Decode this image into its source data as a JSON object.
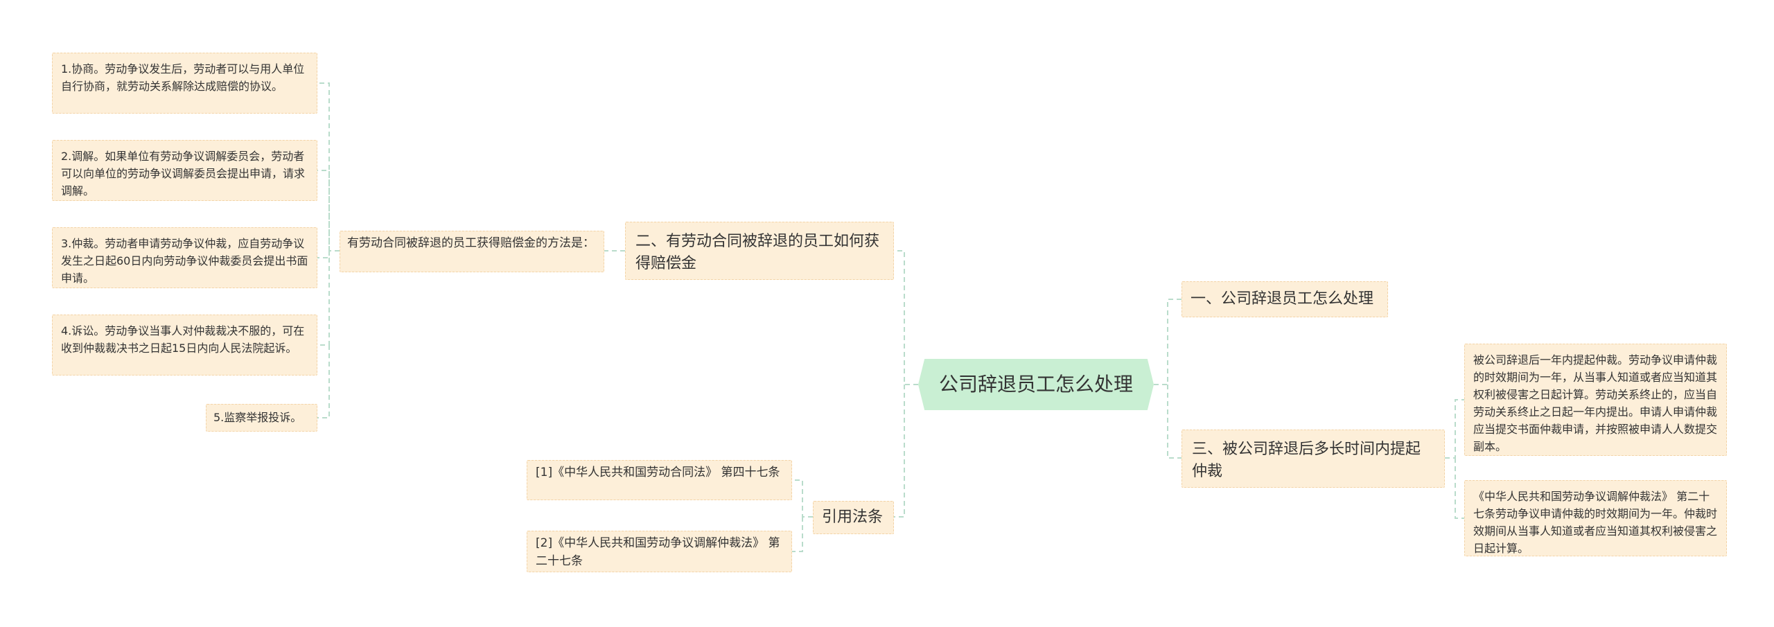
{
  "colors": {
    "leaf_fill": "#fdefd9",
    "leaf_border": "#f3d3a6",
    "root_fill": "#c9efd3",
    "link_line": "#b9dccb",
    "text": "#333333"
  },
  "root": {
    "label": "公司辞退员工怎么处理"
  },
  "branches": {
    "b1": "一、公司辞退员工怎么处理",
    "b2": "二、有劳动合同被辞退的员工如何获得赔偿金",
    "b3": "三、被公司辞退后多长时间内提起仲裁",
    "b4": "引用法条"
  },
  "b2_child": {
    "label": "有劳动合同被辞退的员工获得赔偿金的方法是："
  },
  "methods": [
    "1.协商。劳动争议发生后，劳动者可以与用人单位自行协商，就劳动关系解除达成赔偿的协议。",
    "2.调解。如果单位有劳动争议调解委员会，劳动者可以向单位的劳动争议调解委员会提出申请，请求调解。",
    "3.仲裁。劳动者申请劳动争议仲裁，应自劳动争议发生之日起60日内向劳动争议仲裁委员会提出书面申请。",
    "4.诉讼。劳动争议当事人对仲裁裁决不服的，可在收到仲裁裁决书之日起15日内向人民法院起诉。",
    "5.监察举报投诉。"
  ],
  "b3_children": [
    "被公司辞退后一年内提起仲裁。劳动争议申请仲裁的时效期间为一年，从当事人知道或者应当知道其权利被侵害之日起计算。劳动关系终止的，应当自劳动关系终止之日起一年内提出。申请人申请仲裁应当提交书面仲裁申请，并按照被申请人人数提交副本。",
    "《中华人民共和国劳动争议调解仲裁法》 第二十七条劳动争议申请仲裁的时效期间为一年。仲裁时效期间从当事人知道或者应当知道其权利被侵害之日起计算。"
  ],
  "citations": [
    "[1]《中华人民共和国劳动合同法》 第四十七条",
    "[2]《中华人民共和国劳动争议调解仲裁法》 第二十七条"
  ]
}
